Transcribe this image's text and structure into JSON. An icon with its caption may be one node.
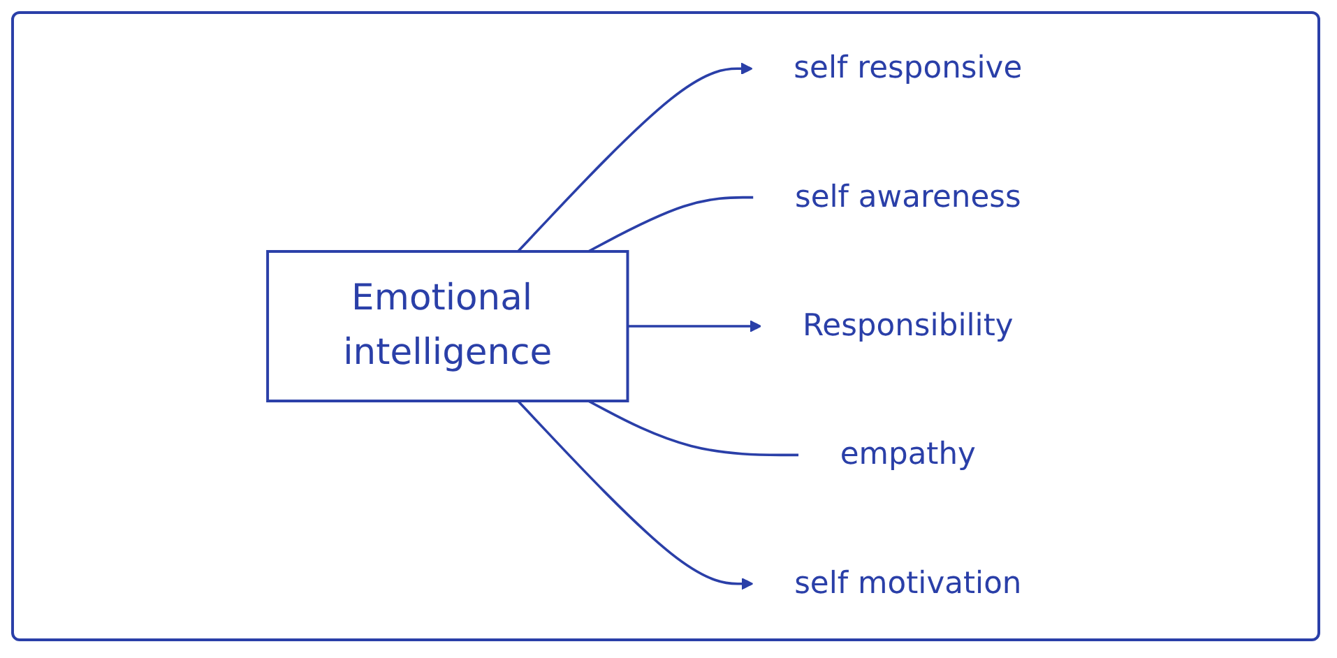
{
  "diagram": {
    "nodes": [
      {
        "text": [
          "self responsive"
        ]
      },
      {
        "text": [
          "self awareness"
        ]
      },
      {
        "text": [
          "Emotional intelligence"
        ]
      },
      {
        "text": [
          "Responsibility"
        ]
      },
      {
        "text": [
          "empathy"
        ]
      },
      {
        "text": [
          "self motivation"
        ]
      }
    ],
    "edges": [
      {
        "from": 2,
        "to": 0,
        "arrow": "to"
      },
      {
        "from": 2,
        "to": 1,
        "arrow": "none"
      },
      {
        "from": 2,
        "to": 3,
        "arrow": "to"
      },
      {
        "from": 2,
        "to": 4,
        "arrow": "none"
      },
      {
        "from": 2,
        "to": 5,
        "arrow": "to"
      }
    ]
  }
}
